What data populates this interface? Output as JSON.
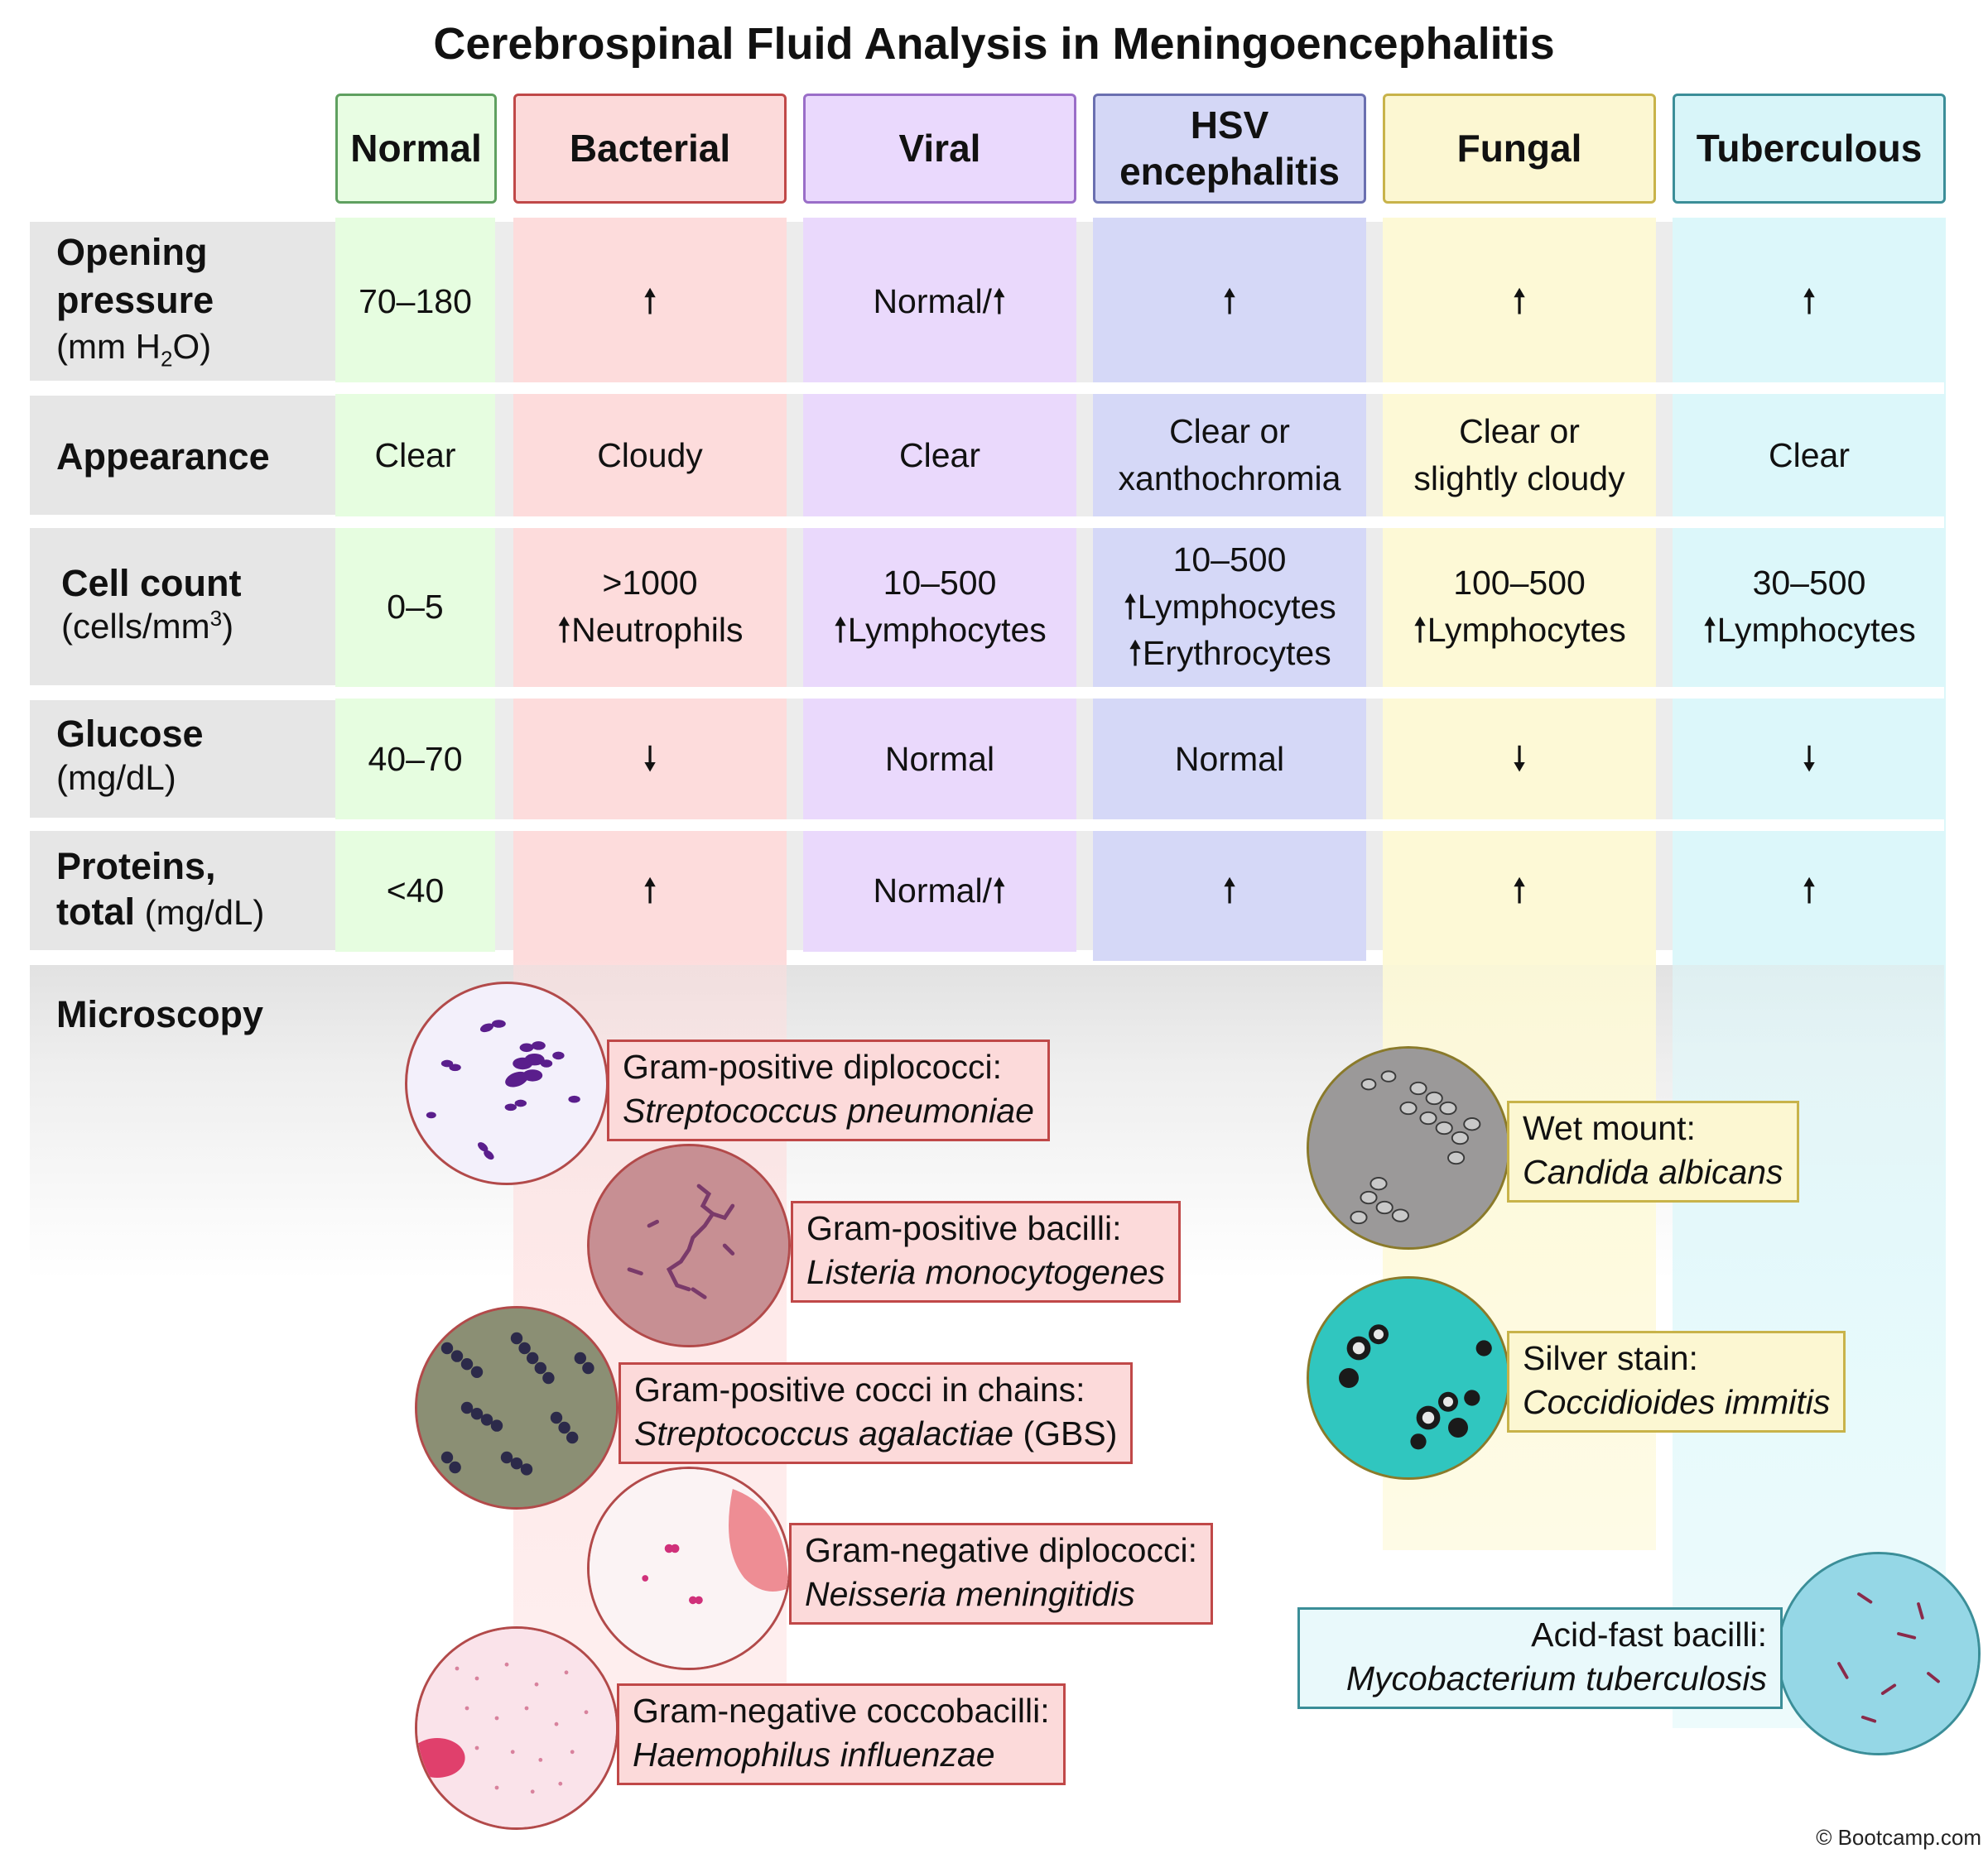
{
  "title": "Cerebrospinal Fluid Analysis in Meningoencephalitis",
  "copyright": "© Bootcamp.com",
  "colors": {
    "normal": {
      "bg": "#e6fde0",
      "header_bg": "#e8fde3",
      "border": "#5fa060"
    },
    "bacterial": {
      "bg": "#fddcdc",
      "header_bg": "#fcdada",
      "border": "#c04848"
    },
    "viral": {
      "bg": "#ead9fc",
      "header_bg": "#ead9fd",
      "border": "#9a6ec8"
    },
    "hsv": {
      "bg": "#d5d8f7",
      "header_bg": "#d4d7f6",
      "border": "#6a6fb0"
    },
    "fungal": {
      "bg": "#fdf9d6",
      "header_bg": "#fcf7d2",
      "border": "#c8b34a"
    },
    "tuberculous": {
      "bg": "#dcf7fa",
      "header_bg": "#d8f5f9",
      "border": "#3b8e98"
    },
    "row_label_bg": "#e6e6e6"
  },
  "columns": [
    {
      "key": "normal",
      "label": "Normal"
    },
    {
      "key": "bacterial",
      "label": "Bacterial"
    },
    {
      "key": "viral",
      "label": "Viral"
    },
    {
      "key": "hsv",
      "label": "HSV\nencephalitis"
    },
    {
      "key": "fungal",
      "label": "Fungal"
    },
    {
      "key": "tuberculous",
      "label": "Tuberculous"
    }
  ],
  "rows": [
    {
      "name": "opening-pressure",
      "label_bold": "Opening\npressure",
      "label_unit_pre": "(mm H",
      "label_unit_sub": "2",
      "label_unit_post": "O)",
      "values": [
        "70–180",
        "🠕",
        "Normal/🠕",
        "🠕",
        "🠕",
        "🠕"
      ]
    },
    {
      "name": "appearance",
      "label_bold": "Appearance",
      "values": [
        "Clear",
        "Cloudy",
        "Clear",
        "Clear or\nxanthochromia",
        "Clear or\nslightly cloudy",
        "Clear"
      ]
    },
    {
      "name": "cell-count",
      "label_bold": "Cell count",
      "label_unit_pre": "(cells/mm",
      "label_unit_sup": "3",
      "label_unit_post": ")",
      "values": [
        "0–5",
        ">1000\n🠕Neutrophils",
        "10–500\n🠕Lymphocytes",
        "10–500\n🠕Lymphocytes\n🠕Erythrocytes",
        "100–500\n🠕Lymphocytes",
        "30–500\n🠕Lymphocytes"
      ]
    },
    {
      "name": "glucose",
      "label_bold": "Glucose",
      "label_unit": "(mg/dL)",
      "values": [
        "40–70",
        "🠗",
        "Normal",
        "Normal",
        "🠗",
        "🠗"
      ]
    },
    {
      "name": "proteins",
      "label_bold": "Proteins,",
      "label_bold2": "total",
      "label_unit": " (mg/dL)",
      "values": [
        "<40",
        "🠕",
        "Normal/🠕",
        "🠕",
        "🠕",
        "🠕"
      ]
    }
  ],
  "microscopy": {
    "label": "Microscopy",
    "items": [
      {
        "name": "strep-pneumoniae",
        "line1": "Gram-positive diplococci:",
        "line2": "Streptococcus pneumoniae",
        "line2_extra": "",
        "group": "bacterial"
      },
      {
        "name": "listeria",
        "line1": "Gram-positive bacilli:",
        "line2": "Listeria monocytogenes",
        "line2_extra": "",
        "group": "bacterial"
      },
      {
        "name": "gbs",
        "line1": "Gram-positive cocci in chains:",
        "line2": "Streptococcus agalactiae",
        "line2_extra": " (GBS)",
        "group": "bacterial"
      },
      {
        "name": "neisseria",
        "line1": "Gram-negative diplococci:",
        "line2": "Neisseria meningitidis",
        "line2_extra": "",
        "group": "bacterial"
      },
      {
        "name": "haemophilus",
        "line1": "Gram-negative coccobacilli:",
        "line2": "Haemophilus influenzae",
        "line2_extra": "",
        "group": "bacterial"
      },
      {
        "name": "candida",
        "line1": "Wet mount:",
        "line2": "Candida albicans",
        "line2_extra": "",
        "group": "fungal"
      },
      {
        "name": "coccidioides",
        "line1": "Silver stain:",
        "line2": "Coccidioides immitis",
        "line2_extra": "",
        "group": "fungal"
      },
      {
        "name": "mycobacterium",
        "line1": "Acid-fast bacilli:",
        "line2": "Mycobacterium tuberculosis",
        "line2_extra": "",
        "group": "tuberculous"
      }
    ]
  }
}
